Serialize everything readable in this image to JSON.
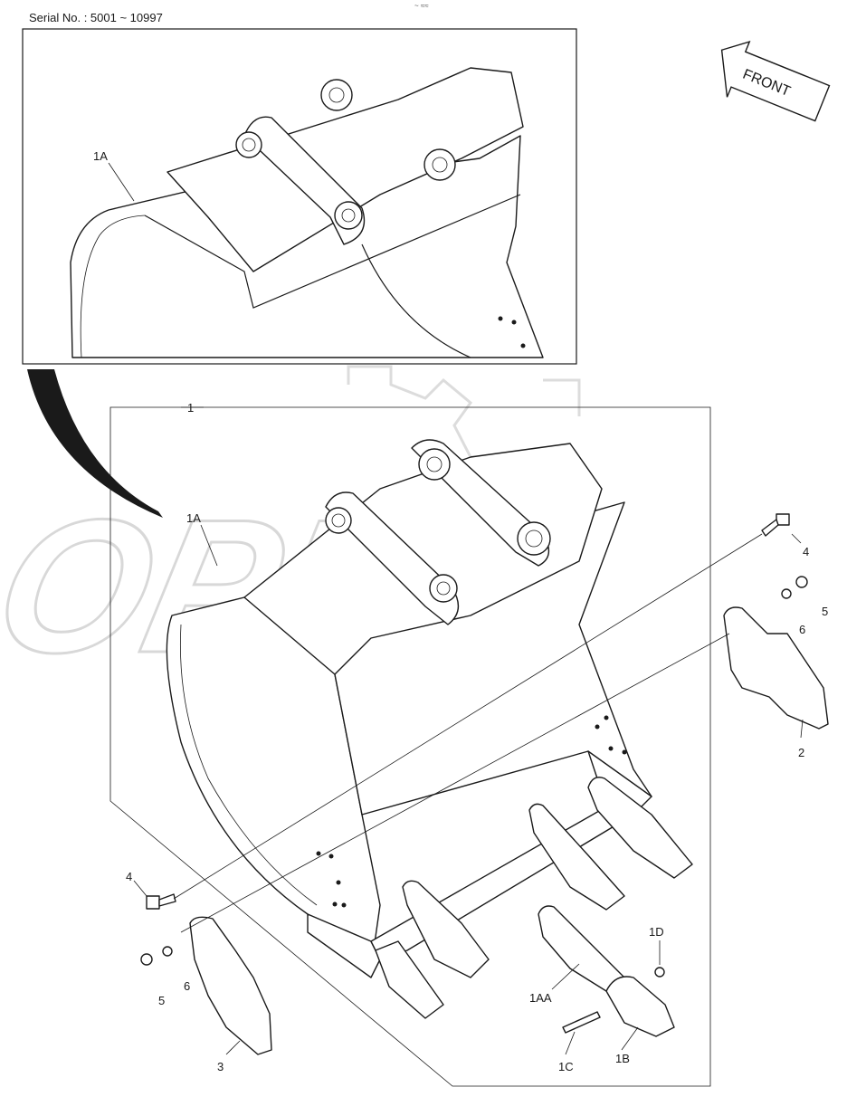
{
  "header": {
    "serial_text": "Serial No. : 5001 ~ 10997",
    "top_mark": "~ ≈≈"
  },
  "front_arrow": {
    "label": "FRONT"
  },
  "watermark": {
    "text": "OPEX"
  },
  "callouts": {
    "inset_1a": "1A",
    "assembly_1": "1",
    "main_1a": "1A",
    "bolt_right": "4",
    "nut_right": "5",
    "washer_right": "6",
    "side_cutter_right": "2",
    "bolt_left": "4",
    "nut_left": "5",
    "washer_left": "6",
    "side_cutter_left": "3",
    "adapter": "1AA",
    "lock_1d": "1D",
    "pin_1c": "1C",
    "tooth_1b": "1B"
  }
}
